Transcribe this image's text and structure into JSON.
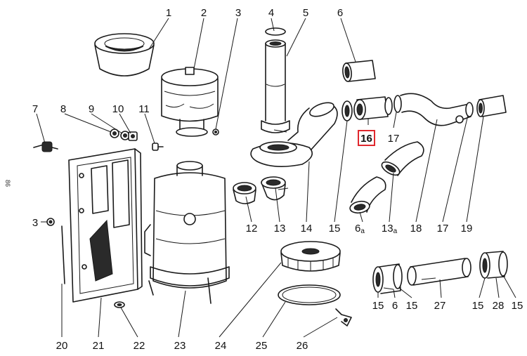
{
  "page_number": "86",
  "highlighted_part": "16",
  "highlight_color": "#e0282e",
  "callouts": {
    "n1": "1",
    "n2": "2",
    "n3": "3",
    "n4": "4",
    "n5": "5",
    "n6": "6",
    "n7": "7",
    "n8": "8",
    "n9": "9",
    "n10": "10",
    "n11": "11",
    "n3_left": "3",
    "n12": "12",
    "n13": "13",
    "n14": "14",
    "n15": "15",
    "n16": "16",
    "n17_top": "17",
    "n6a_main": "6",
    "n6a_sub": "a",
    "n13a_main": "13",
    "n13a_sub": "a",
    "n18": "18",
    "n17_bottom": "17",
    "n19": "19",
    "n20": "20",
    "n21": "21",
    "n22": "22",
    "n23": "23",
    "n24": "24",
    "n25": "25",
    "n26": "26",
    "n15_b1": "15",
    "n6_b": "6",
    "n15_b2": "15",
    "n27": "27",
    "n15_b3": "15",
    "n28": "28",
    "n15_b4": "15"
  }
}
